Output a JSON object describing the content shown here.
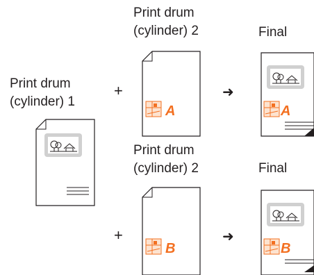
{
  "labels": {
    "drum1": [
      "Print drum",
      "(cylinder) 1"
    ],
    "drum2_top": [
      "Print drum",
      "(cylinder) 2"
    ],
    "drum2_bottom": [
      "Print drum",
      "(cylinder) 2"
    ],
    "final_top": "Final",
    "final_bottom": "Final"
  },
  "symbols": {
    "plus": "+",
    "arrow": "➜"
  },
  "page_marks": {
    "letter_a": "A",
    "letter_b": "B"
  },
  "colors": {
    "accent": "#f37021",
    "frame": "#b3b3b3",
    "line": "#231f20"
  }
}
